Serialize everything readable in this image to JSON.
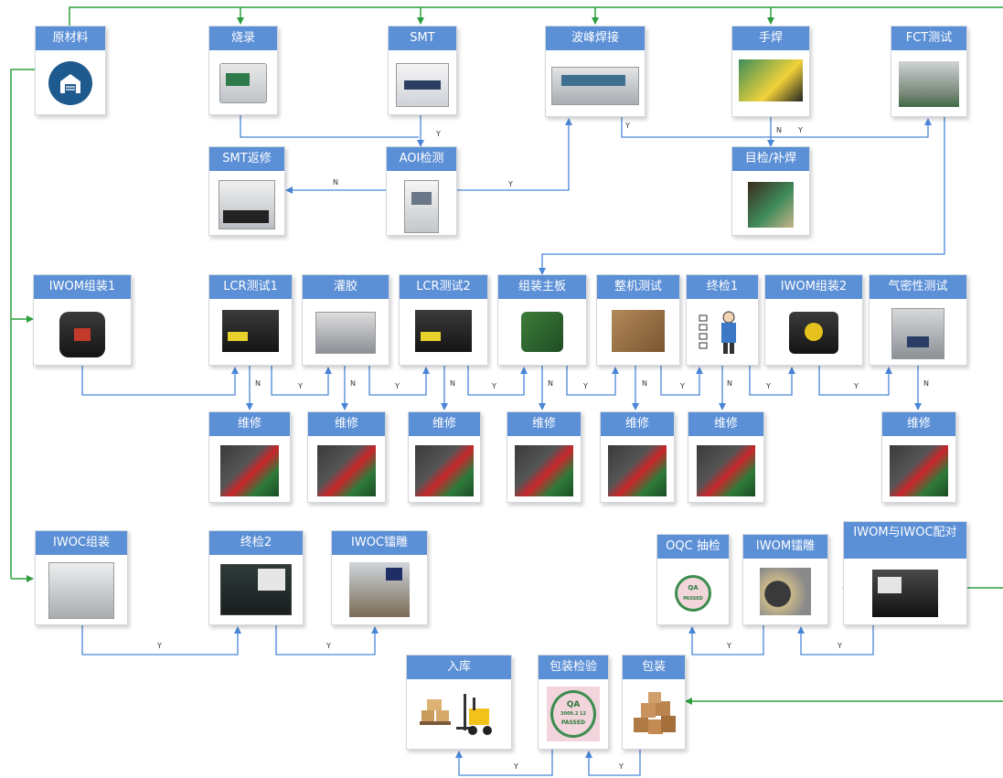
{
  "nodes": {
    "raw_material": "原材料",
    "burning": "烧录",
    "smt": "SMT",
    "wave_solder": "波峰焊接",
    "hand_solder": "手焊",
    "fct_test": "FCT测试",
    "smt_rework": "SMT返修",
    "aoi": "AOI检测",
    "visual_repair": "目检/补焊",
    "iwom_assy1": "IWOM组装1",
    "lcr_test1": "LCR测试1",
    "potting": "灌胶",
    "lcr_test2": "LCR测试2",
    "mainboard_assy": "组装主板",
    "unit_test": "整机测试",
    "final_check1": "终检1",
    "iwom_assy2": "IWOM组装2",
    "airtight_test": "气密性测试",
    "repair": "维修",
    "iwoc_assy": "IWOC组装",
    "final_check2": "终检2",
    "iwoc_engrave": "IWOC镭雕",
    "oqc": "OQC 抽检",
    "iwom_engrave": "IWOM镭雕",
    "pairing": "IWOM与IWOC配对",
    "warehousing": "入库",
    "pack_inspect": "包装检验",
    "packing": "包装"
  },
  "edge_labels": {
    "yes": "Y",
    "no": "N"
  },
  "badges": {
    "qa": "QA",
    "passed": "PASSED",
    "serial": "3009.2 12"
  },
  "icons": {
    "raw_material": "warehouse-icon",
    "burning": "programmer-icon",
    "smt": "pick-and-place-icon",
    "wave_solder": "wave-solder-machine-icon",
    "hand_solder": "soldering-icon",
    "fct_test": "test-fixture-icon",
    "smt_rework": "rework-station-icon",
    "aoi": "aoi-machine-icon",
    "visual_repair": "pcb-icon",
    "lcr": "lcr-meter-icon",
    "potting": "potting-machine-icon",
    "mainboard": "pcb-icon",
    "unit_test": "test-bench-icon",
    "final_check1": "inspector-icon",
    "iwom_assy2": "module-icon",
    "airtight": "airtight-tester-icon",
    "repair": "repair-icon",
    "iwoc_assy": "enclosure-icon",
    "final_check2": "test-station-icon",
    "iwoc_engrave": "laser-engraver-icon",
    "oqc": "qa-stamp-icon",
    "iwom_engrave": "engraved-module-icon",
    "pairing": "pairing-station-icon",
    "warehousing": "forklift-icon",
    "pack_inspect": "qa-stamp-icon",
    "packing": "boxes-icon"
  },
  "colors": {
    "header": "#5b8fd6",
    "flow_line": "#4a86d8",
    "main_feed": "#2e9e3e"
  }
}
